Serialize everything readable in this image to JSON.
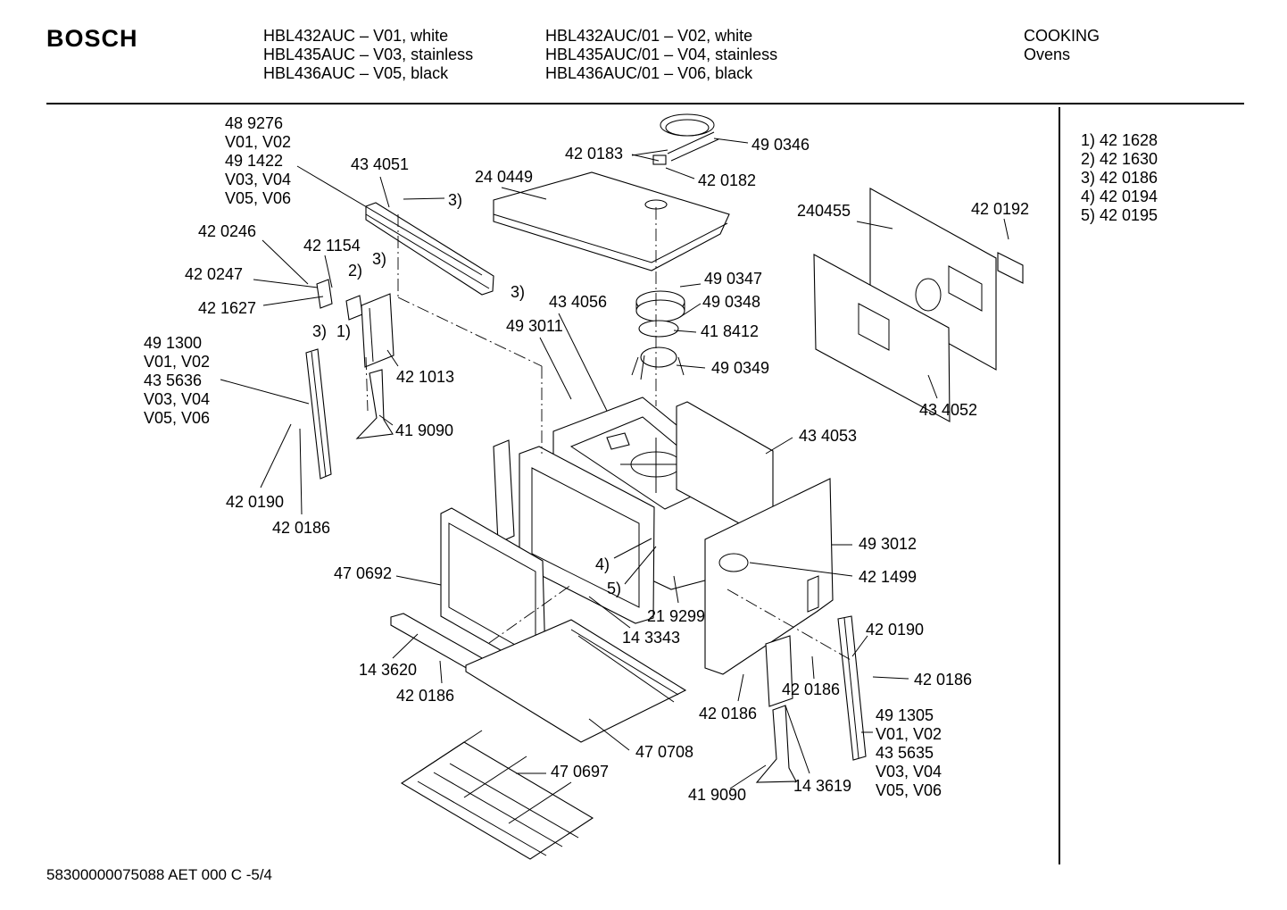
{
  "header": {
    "brand": "BOSCH",
    "models_col1": [
      "HBL432AUC – V01, white",
      "HBL435AUC – V03, stainless",
      "HBL436AUC – V05, black"
    ],
    "models_col2": [
      "HBL432AUC/01 – V02, white",
      "HBL435AUC/01 – V04, stainless",
      "HBL436AUC/01 – V06, black"
    ],
    "category": [
      "COOKING",
      "Ovens"
    ]
  },
  "notes": [
    "1) 42 1628",
    "2) 42 1630",
    "3) 42 0186",
    "4) 42 0194",
    "5) 42 0195"
  ],
  "footer": "58300000075088 AET 000 C -5/4",
  "callouts": [
    "48 9276",
    "V01, V02",
    "49 1422",
    "V03, V04",
    "V05, V06",
    "43 4051",
    "3)",
    "24 0449",
    "42 0183",
    "42 0182",
    "49 0346",
    "42 0246",
    "42 1154",
    "3)",
    "2)",
    "42 0247",
    "3)",
    "42 1627",
    "1)",
    "3)",
    "49 1300",
    "V01, V02",
    "43 5636",
    "V03, V04",
    "V05, V06",
    "42 1013",
    "41 9090",
    "42 0190",
    "42 0186",
    "43 4056",
    "49 3011",
    "49 0347",
    "49 0348",
    "41 8412",
    "49 0349",
    "240455",
    "42 0192",
    "43 4052",
    "43 4053",
    "4)",
    "5)",
    "49 3012",
    "42 1499",
    "47 0692",
    "21 9299",
    "14 3343",
    "14 3620",
    "42 0186",
    "42 0190",
    "42 0186",
    "42 0186",
    "42 0186",
    "47 0708",
    "49 1305",
    "V01, V02",
    "43 5635",
    "V03, V04",
    "V05, V06",
    "47 0697",
    "41 9090",
    "14 3619"
  ]
}
